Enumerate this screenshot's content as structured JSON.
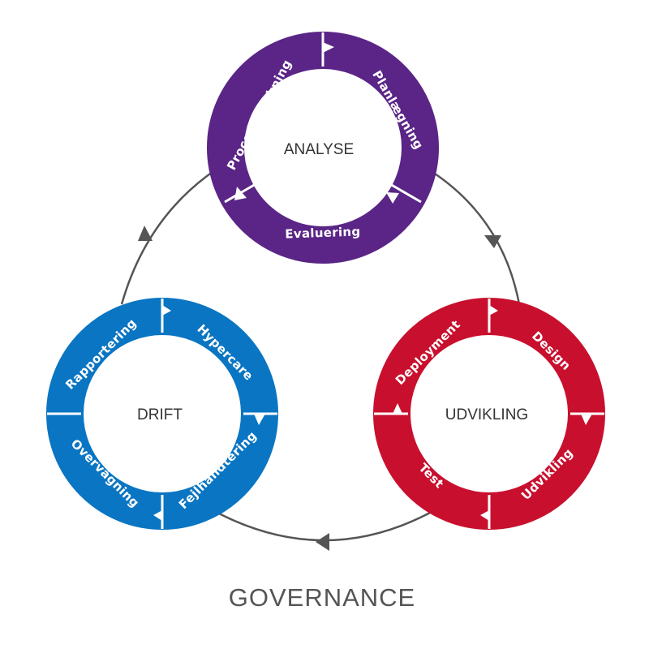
{
  "colors": {
    "background": "#ffffff",
    "connector": "#555555",
    "analyse": "#5a2586",
    "udvikling": "#c8102e",
    "drift": "#0a75c2"
  },
  "cycles": [
    {
      "key": "analyse",
      "label": "ANALYSE",
      "color": "#5a2586",
      "segments": [
        "Procesafdækning",
        "Planlægning",
        "Evaluering"
      ]
    },
    {
      "key": "udvikling",
      "label": "UDVIKLING",
      "color": "#c8102e",
      "segments": [
        "Deployment",
        "Design",
        "Udvikling",
        "Test"
      ]
    },
    {
      "key": "drift",
      "label": "DRIFT",
      "color": "#0a75c2",
      "segments": [
        "Rapportering",
        "Hypercare",
        "Fejlhåndtering",
        "Overvågning"
      ]
    }
  ],
  "footer": {
    "title": "GOVERNANCE"
  }
}
